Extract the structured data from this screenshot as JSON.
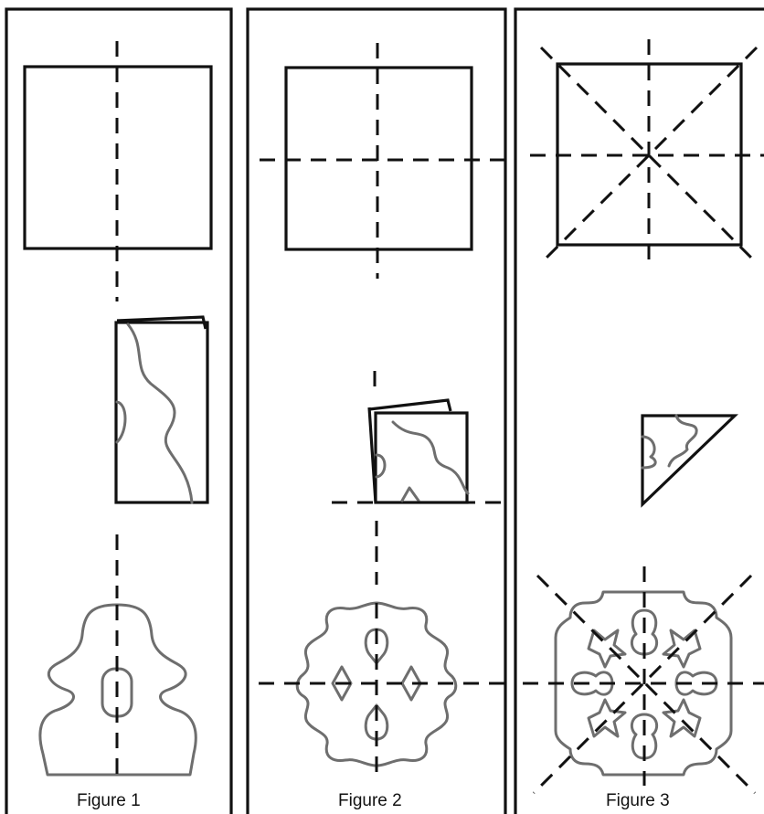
{
  "figures": [
    {
      "caption": "Figure 1"
    },
    {
      "caption": "Figure 2"
    },
    {
      "caption": "Figure 3"
    }
  ]
}
